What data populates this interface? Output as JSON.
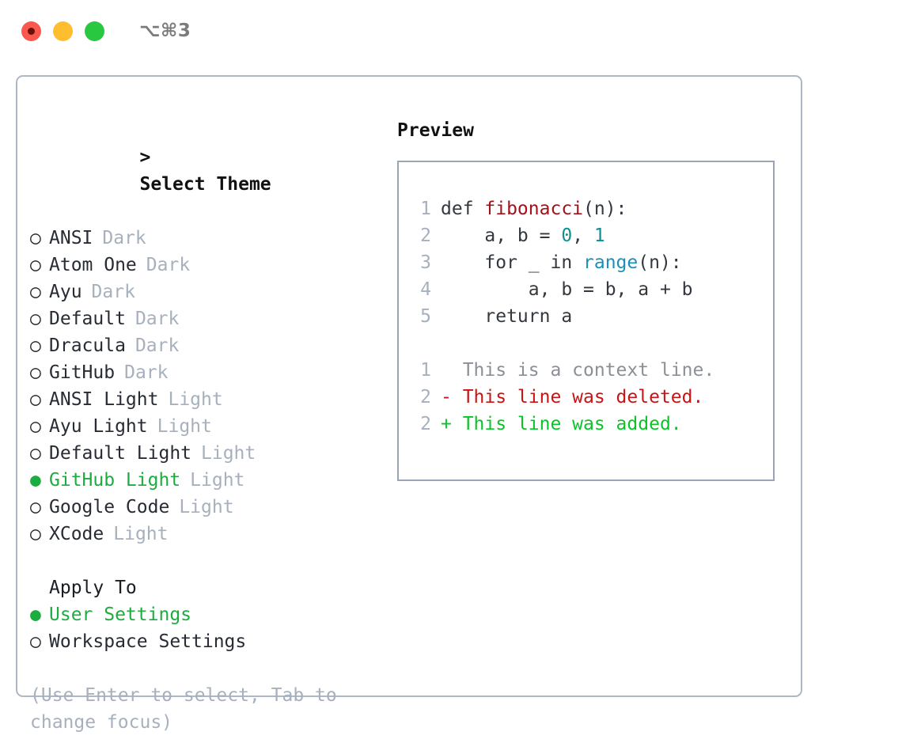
{
  "window": {
    "titlebar": {
      "shortcut": "⌥⌘3",
      "traffic_lights": [
        {
          "name": "close",
          "color": "#f9584f"
        },
        {
          "name": "minimize",
          "color": "#ffbe2e"
        },
        {
          "name": "maximize",
          "color": "#28c840"
        }
      ]
    }
  },
  "theme_picker": {
    "heading": "> Select Theme",
    "heading_caret": ">",
    "heading_text": "Select Theme",
    "bullet_unselected": "○",
    "bullet_selected": "●",
    "items": [
      {
        "bullet": "○",
        "label": "ANSI",
        "tag": "Dark",
        "selected": false
      },
      {
        "bullet": "○",
        "label": "Atom One",
        "tag": "Dark",
        "selected": false
      },
      {
        "bullet": "○",
        "label": "Ayu",
        "tag": "Dark",
        "selected": false
      },
      {
        "bullet": "○",
        "label": "Default",
        "tag": "Dark",
        "selected": false
      },
      {
        "bullet": "○",
        "label": "Dracula",
        "tag": "Dark",
        "selected": false
      },
      {
        "bullet": "○",
        "label": "GitHub",
        "tag": "Dark",
        "selected": false
      },
      {
        "bullet": "○",
        "label": "ANSI Light",
        "tag": "Light",
        "selected": false
      },
      {
        "bullet": "○",
        "label": "Ayu Light",
        "tag": "Light",
        "selected": false
      },
      {
        "bullet": "○",
        "label": "Default Light",
        "tag": "Light",
        "selected": false
      },
      {
        "bullet": "●",
        "label": "GitHub Light",
        "tag": "Light",
        "selected": true
      },
      {
        "bullet": "○",
        "label": "Google Code",
        "tag": "Light",
        "selected": false
      },
      {
        "bullet": "○",
        "label": "XCode",
        "tag": "Light",
        "selected": false
      }
    ]
  },
  "apply_to": {
    "heading": "Apply To",
    "items": [
      {
        "bullet": "●",
        "label": "User Settings",
        "selected": true
      },
      {
        "bullet": "○",
        "label": "Workspace Settings",
        "selected": false
      }
    ]
  },
  "hint": "(Use Enter to select, Tab to change focus)",
  "preview": {
    "title": "Preview",
    "code_lines": [
      {
        "lineno": "1",
        "tokens": [
          {
            "text": "def ",
            "kind": "plain"
          },
          {
            "text": "fibonacci",
            "kind": "fn"
          },
          {
            "text": "(n):",
            "kind": "plain"
          }
        ]
      },
      {
        "lineno": "2",
        "tokens": [
          {
            "text": "    a, b = ",
            "kind": "plain"
          },
          {
            "text": "0",
            "kind": "num"
          },
          {
            "text": ", ",
            "kind": "plain"
          },
          {
            "text": "1",
            "kind": "num"
          }
        ]
      },
      {
        "lineno": "3",
        "tokens": [
          {
            "text": "    for _ in ",
            "kind": "plain"
          },
          {
            "text": "range",
            "kind": "call"
          },
          {
            "text": "(n):",
            "kind": "plain"
          }
        ]
      },
      {
        "lineno": "4",
        "tokens": [
          {
            "text": "        a, b = b, a + b",
            "kind": "plain"
          }
        ]
      },
      {
        "lineno": "5",
        "tokens": [
          {
            "text": "    return a",
            "kind": "plain"
          }
        ]
      }
    ],
    "diff_lines": [
      {
        "lineno": "1",
        "marker": " ",
        "text": "  This is a context line.",
        "kind": "context"
      },
      {
        "lineno": "2",
        "marker": "-",
        "text": "- This line was deleted.",
        "kind": "del"
      },
      {
        "lineno": "2",
        "marker": "+",
        "text": "+ This line was added.",
        "kind": "add"
      }
    ]
  },
  "colors": {
    "accent_green": "#1cac3f",
    "diff_add": "#08c428",
    "diff_del": "#c81414",
    "function_red": "#a3111b",
    "number_teal": "#0f8f8f",
    "call_blue": "#1a8fba",
    "muted_gray": "#a7b0bd",
    "panel_border": "#aeb7c4",
    "preview_border": "#9aa4b4"
  }
}
